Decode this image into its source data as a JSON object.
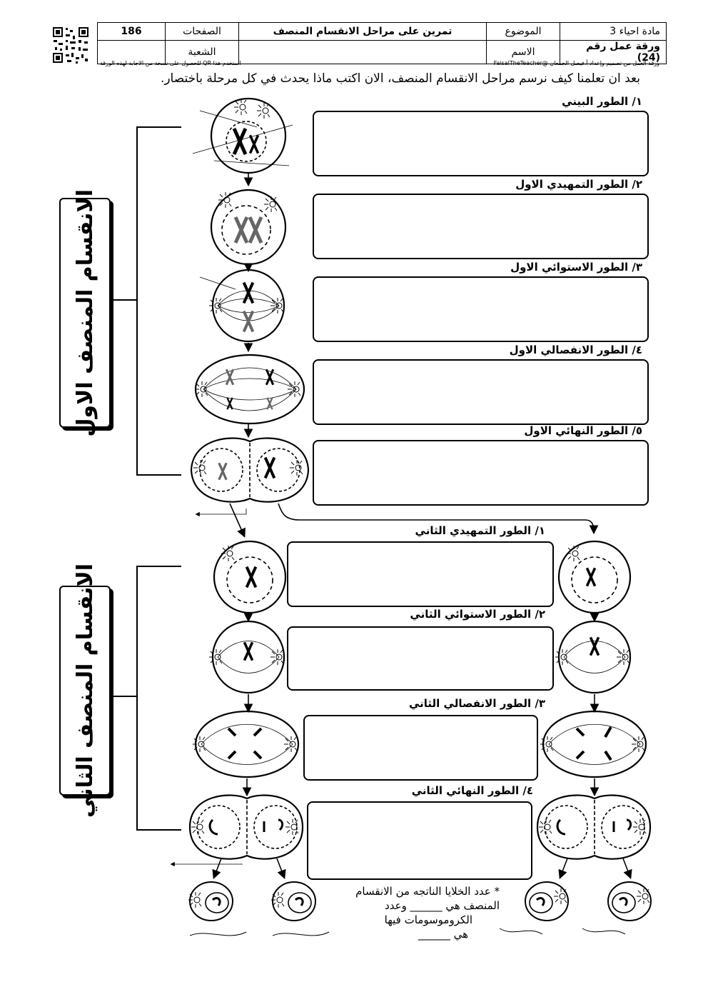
{
  "header": {
    "subject": "مادة احياء 3",
    "topic_label": "الموضوع",
    "topic": "تمرين على مراحل الانقسام المنصف",
    "pages_label": "الصفحات",
    "pages": "186",
    "worksheet": "ورقة عمل رقم (24)",
    "name_label": "الاسم",
    "section_label": "الشعبة",
    "credit": "ورقة العمل من تصميم وإعداد أ.فيصل الجمعان @FaisalTheTeacher",
    "qr_note": "استخدم هذا QR للحصول على نسخة من الاجابة لهذه الورقة"
  },
  "intro": "بعد ان تعلمنا كيف نرسم مراحل الانقسام المنصف، الان اكتب ماذا يحدث في كل مرحلة باختصار.",
  "meiosis1": {
    "title": "الانقسام المنصف الاول",
    "stages": [
      "١/ الطور البيني",
      "٢/ الطور التمهيدي الاول",
      "٣/ الطور الاستوائي الاول",
      "٤/ الطور الانفصالي الاول",
      "٥/ الطور النهائي الاول"
    ]
  },
  "meiosis2": {
    "title": "الانقسام المنصف الثاني",
    "stages": [
      "١/ الطور التمهيدي الثاني",
      "٢/ الطور الاستوائي الثاني",
      "٣/ الطور الانفصالي الثاني",
      "٤/ الطور النهائي الثاني"
    ]
  },
  "question": {
    "line1": "* عدد الخلايا الناتجه من الانقسام",
    "line2": "المنصف هي ______ وعدد",
    "line3": "الكروموسومات فيها",
    "line4": "هي ______"
  }
}
